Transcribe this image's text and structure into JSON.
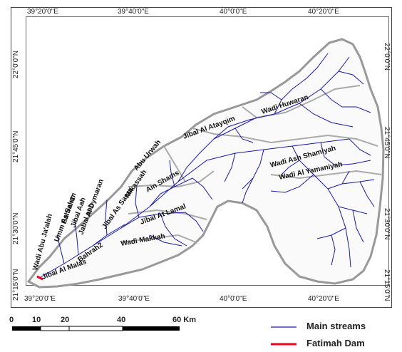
{
  "coords": {
    "top": [
      "39°20'0\"E",
      "39°40'0\"E",
      "40°0'0\"E",
      "40°20'0\"E"
    ],
    "bottom": [
      "39°20'0\"E",
      "39°40'0\"E",
      "40°0'0\"E",
      "40°20'0\"E"
    ],
    "left": [
      "22°0'0\"N",
      "21°45'0\"N",
      "21°30'0\"N",
      "21°15'0\"N"
    ],
    "right": [
      "22°0'0\"N",
      "21°45'0\"N",
      "21°30'0\"N",
      "21°15'0\"N"
    ]
  },
  "labels": {
    "wadi_huwaran": "Wadi Huwaran",
    "jibal_al_atayqim": "Jibal Al Atayqim",
    "wadi_ash_shamiyah": "Wadi Ash Shamiyah",
    "wadi_al_yamaniyah": "Wadi Al Yamaniyah",
    "ain_shams": "Ain Shams",
    "abu_urwah": "Abu Urwah",
    "mikassah": "Mikassah",
    "jibal_as_sama": "Jibal As Sama",
    "al_dymaran": "Al Dymaran",
    "jibal_at_lamal": "Jibal At Lamal",
    "wadi_makkah": "Wadi Makkah",
    "jibal_al_malas": "Jibal Al Malas",
    "bahrah2": "Bahrah2",
    "bahrah1": "Bahrah1",
    "jibal_aah": "Jibal Aah",
    "jabal_nab": "Jabal nab",
    "umm_as_salam": "Umm As Salam",
    "wadi_abu_jaalah": "Wadi Abu Ja'alah"
  },
  "scale": {
    "ticks": [
      "0",
      "10",
      "20",
      "40",
      "60 Km"
    ]
  },
  "legend": {
    "main_streams": "Main streams",
    "fatimah_dam": "Fatimah Dam",
    "stream_color": "#1a1aa8",
    "dam_color": "#e8001c"
  }
}
